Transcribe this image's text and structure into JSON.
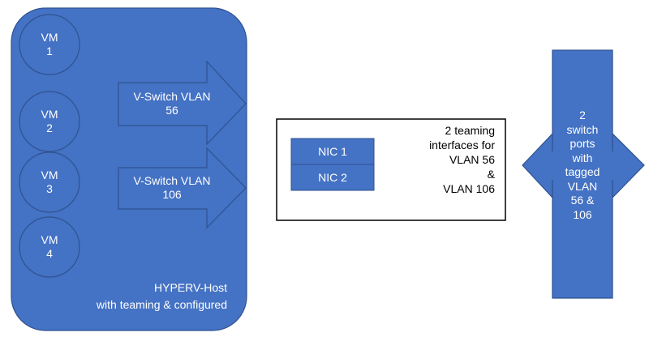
{
  "colors": {
    "shape_fill": "#4472C4",
    "shape_stroke": "#2F528F",
    "text_light": "#FFFFFF",
    "box_border": "#000000"
  },
  "host": {
    "label_line1": "HYPERV-Host",
    "label_line2": "with teaming & configured"
  },
  "vms": [
    {
      "line1": "VM",
      "line2": "1"
    },
    {
      "line1": "VM",
      "line2": "2"
    },
    {
      "line1": "VM",
      "line2": "3"
    },
    {
      "line1": "VM",
      "line2": "4"
    }
  ],
  "vswitches": [
    {
      "line1": "V-Switch VLAN",
      "line2": "56"
    },
    {
      "line1": "V-Switch VLAN",
      "line2": "106"
    }
  ],
  "teaming": {
    "nics": [
      "NIC 1",
      "NIC 2"
    ],
    "description": [
      "2 teaming",
      "interfaces for",
      "VLAN 56",
      "&",
      "VLAN 106"
    ]
  },
  "switch_ports": {
    "lines": [
      "2",
      "switch",
      "ports",
      "with",
      "tagged",
      "VLAN",
      "56 &",
      "106"
    ]
  }
}
